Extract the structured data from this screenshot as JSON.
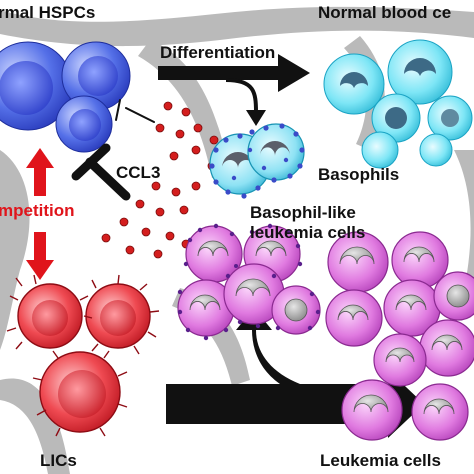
{
  "labels": {
    "normal_hspcs": "rmal HSPCs",
    "normal_blood_cells": "Normal blood ce",
    "differentiation": "Differentiation",
    "ccl3": "CCL3",
    "basophils": "Basophils",
    "basophil_like": "Basophil-like",
    "leukemia_cells_line2": "leukemia cells",
    "competition": "mpetition",
    "lics": "LICs",
    "leukemia_cells": "Leukemia cells"
  },
  "colors": {
    "hspc": "#4a64e0",
    "normal_blood": "#4ad4ea",
    "basophil": "#52c7e8",
    "basophil_granule": "#3a4bc8",
    "lic": "#e8333d",
    "leukemia": "#d86ad8",
    "ccl3_dot": "#d41e1e",
    "competition": "#e0141b",
    "arrow": "#111111",
    "bone": "#9a9a9a"
  }
}
